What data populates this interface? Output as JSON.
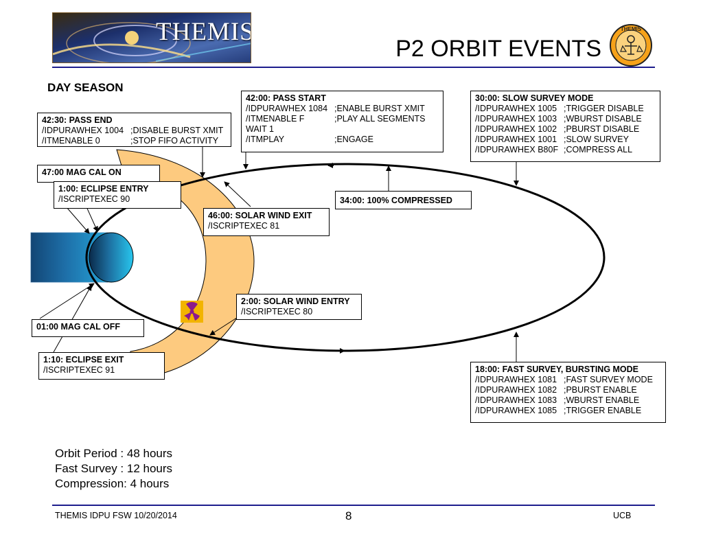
{
  "header": {
    "logo_text": "THEMIS",
    "title": "P2 ORBIT EVENTS",
    "badge_text": "THEMIS"
  },
  "season": "DAY SEASON",
  "boxes": {
    "pass_end": {
      "title": "42:30: PASS END",
      "lines": [
        [
          "/IDPURAWHEX 1004",
          ";DISABLE BURST XMIT"
        ],
        [
          "/ITMENABLE 0",
          ";STOP FIFO ACTIVITY"
        ]
      ]
    },
    "pass_start": {
      "title": "42:00: PASS START",
      "lines": [
        [
          "/IDPURAWHEX 1084",
          ";ENABLE BURST XMIT"
        ],
        [
          "/ITMENABLE F",
          ";PLAY ALL SEGMENTS"
        ],
        [
          "WAIT 1",
          ""
        ],
        [
          "/ITMPLAY",
          ";ENGAGE"
        ]
      ]
    },
    "slow_survey": {
      "title": "30:00: SLOW SURVEY MODE",
      "lines": [
        [
          "/IDPURAWHEX 1005",
          ";TRIGGER DISABLE"
        ],
        [
          "/IDPURAWHEX 1003",
          ";WBURST DISABLE"
        ],
        [
          "/IDPURAWHEX 1002",
          ";PBURST DISABLE"
        ],
        [
          "/IDPURAWHEX 1001",
          ";SLOW SURVEY"
        ],
        [
          "/IDPURAWHEX B80F",
          ";COMPRESS ALL"
        ]
      ]
    },
    "mag_cal_on": {
      "title": "47:00 MAG CAL ON"
    },
    "eclipse_entry": {
      "title": "1:00: ECLIPSE ENTRY",
      "lines": [
        [
          "/ISCRIPTEXEC 90",
          ""
        ]
      ]
    },
    "compressed": {
      "title": "34:00: 100% COMPRESSED"
    },
    "solar_wind_exit": {
      "title": "46:00: SOLAR WIND EXIT",
      "lines": [
        [
          "/ISCRIPTEXEC 81",
          ""
        ]
      ]
    },
    "solar_wind_entry": {
      "title": "2:00: SOLAR WIND ENTRY",
      "lines": [
        [
          "/ISCRIPTEXEC 80",
          ""
        ]
      ]
    },
    "mag_cal_off": {
      "title": "01:00 MAG CAL OFF"
    },
    "eclipse_exit": {
      "title": "1:10: ECLIPSE EXIT",
      "lines": [
        [
          "/ISCRIPTEXEC 91",
          ""
        ]
      ]
    },
    "fast_survey": {
      "title": "18:00: FAST SURVEY, BURSTING MODE",
      "lines": [
        [
          "/IDPURAWHEX 1081",
          ";FAST SURVEY MODE"
        ],
        [
          "/IDPURAWHEX 1082",
          ";PBURST ENABLE"
        ],
        [
          "/IDPURAWHEX 1083",
          ";WBURST ENABLE"
        ],
        [
          "/IDPURAWHEX 1085",
          ";TRIGGER ENABLE"
        ]
      ]
    }
  },
  "notes": [
    "Orbit Period : 48 hours",
    "Fast Survey : 12 hours",
    "Compression: 4 hours"
  ],
  "footer": {
    "left": "THEMIS IDPU FSW 10/20/2014",
    "page": "8",
    "right": "UCB"
  },
  "colors": {
    "header_rule": "#1c1c8c",
    "magnetosheath": "#fdca7f",
    "earth_shadow": "#1f6fb5",
    "earth": "#29b6e8",
    "radiation_icon": "#f2b400"
  }
}
